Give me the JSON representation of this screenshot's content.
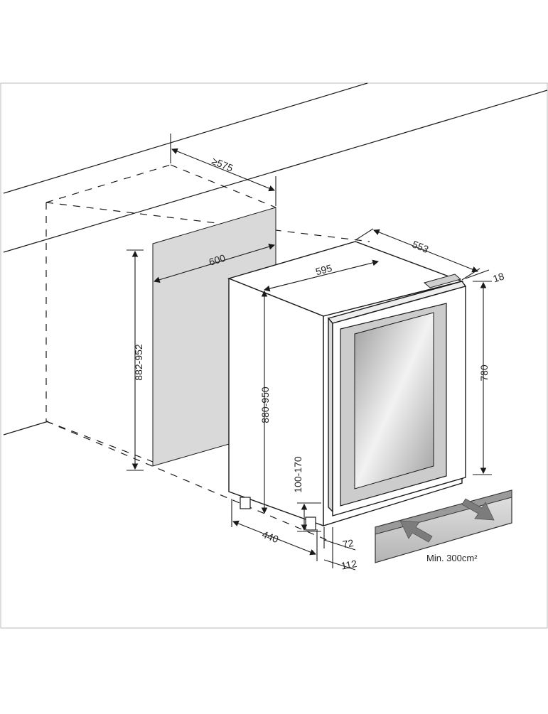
{
  "dimensions": {
    "niche_depth": "≥575",
    "niche_width": "600",
    "niche_height": "882-952",
    "unit_depth": "553",
    "unit_width": "595",
    "door_thickness": "18",
    "unit_height_adjustable": "880-950",
    "door_height": "780",
    "plinth_height": "100-170",
    "foot_depth": "440",
    "plinth_offset_a": "72",
    "plinth_offset_b": "112"
  },
  "ventilation": {
    "min_area": "Min. 300cm²"
  },
  "colors": {
    "line": "#1a1a1a",
    "wall_panel": "#d9d9d9",
    "glass_inner": "#a8a8a8",
    "vent_grill": "#c8c8c8",
    "arrow": "#808080"
  },
  "icons": {
    "airflow_in": "arrow-in-icon",
    "airflow_out": "arrow-out-icon"
  }
}
